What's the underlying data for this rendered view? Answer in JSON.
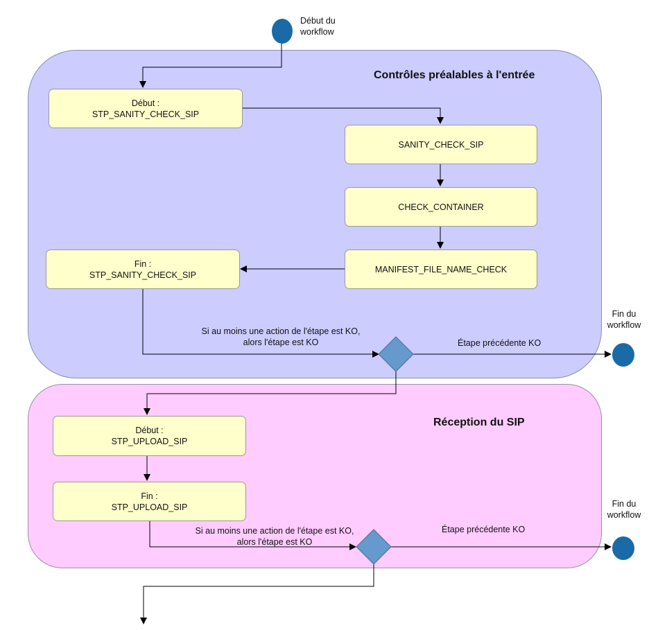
{
  "colors": {
    "lane1_fill": "#ccccff",
    "lane2_fill": "#ffccff",
    "box_fill": "#ffffcc",
    "node_fill": "#1a6aa7",
    "decision_fill": "#6699cc",
    "line": "#000000"
  },
  "start": {
    "label_line1": "Début du",
    "label_line2": "workflow"
  },
  "lane1": {
    "title": "Contrôles préalables à l'entrée",
    "start_box": {
      "line1": "Début :",
      "line2": "STP_SANITY_CHECK_SIP"
    },
    "action1": "SANITY_CHECK_SIP",
    "action2": "CHECK_CONTAINER",
    "action3": "MANIFEST_FILE_NAME_CHECK",
    "end_box": {
      "line1": "Fin :",
      "line2": "STP_SANITY_CHECK_SIP"
    },
    "ko_condition": {
      "line1": "Si au moins une action de l'étape est KO,",
      "line2": "alors l'étape est KO"
    },
    "ko_branch": "Étape précédente KO",
    "end_node": {
      "line1": "Fin du",
      "line2": "workflow"
    }
  },
  "lane2": {
    "title": "Réception du SIP",
    "start_box": {
      "line1": "Début :",
      "line2": "STP_UPLOAD_SIP"
    },
    "end_box": {
      "line1": "Fin :",
      "line2": "STP_UPLOAD_SIP"
    },
    "ko_condition": {
      "line1": "Si au moins une action de l'étape est KO,",
      "line2": "alors l'étape est KO"
    },
    "ko_branch": "Étape précédente KO",
    "end_node": {
      "line1": "Fin du",
      "line2": "workflow"
    }
  }
}
